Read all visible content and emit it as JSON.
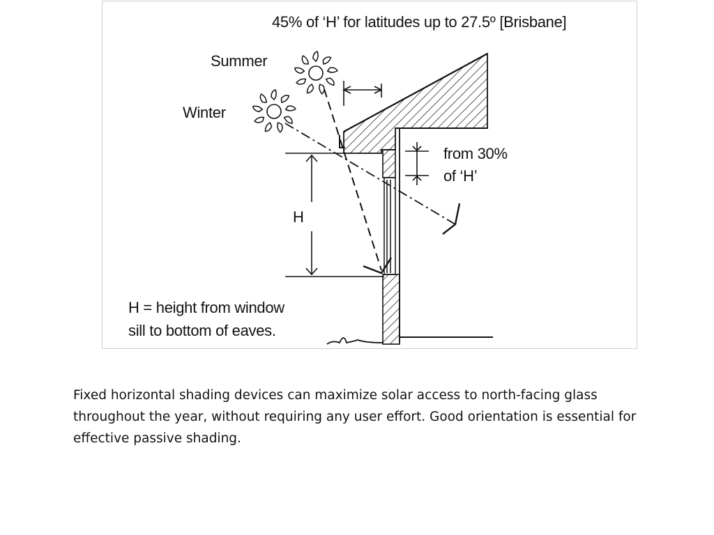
{
  "diagram": {
    "title": "45% of ‘H’ for latitudes up to 27.5º [Brisbane]",
    "summer_label": "Summer",
    "winter_label": "Winter",
    "from_label_line1": "from 30%",
    "from_label_line2": "of ‘H’",
    "h_label": "H",
    "definition_line1": "H = height from window",
    "definition_line2": "sill to bottom of eaves."
  },
  "caption": "Fixed horizontal shading devices can maximize solar access to north-facing glass throughout the year, without requiring any user effort. Good orientation is essential for effective passive shading."
}
